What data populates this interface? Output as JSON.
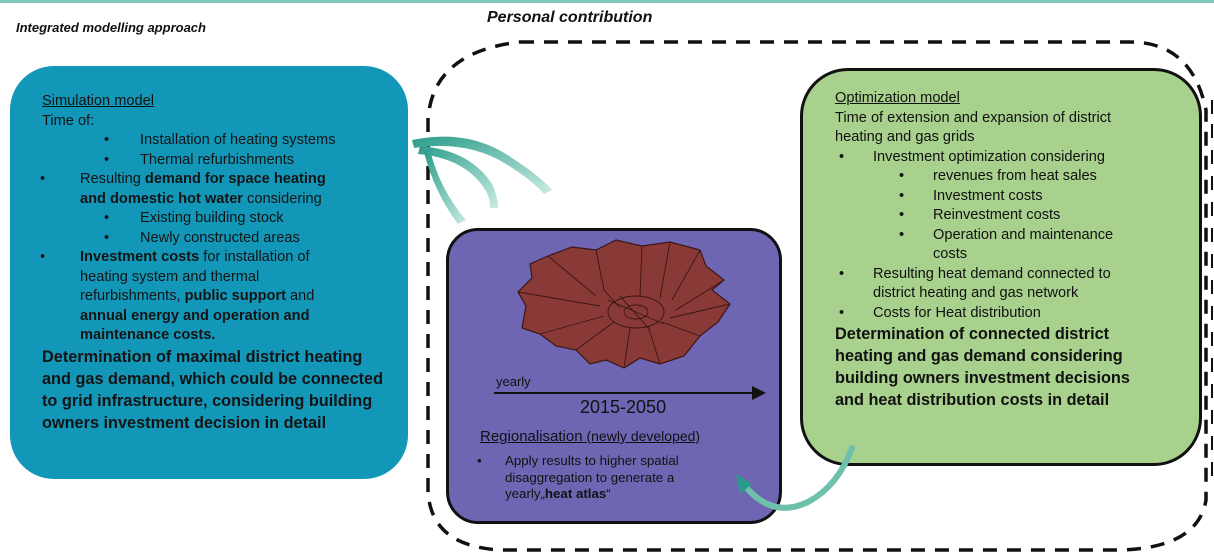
{
  "header": {
    "left_label": "Integrated modelling  approach",
    "center_label": "Personal contribution"
  },
  "simulation": {
    "title": "Simulation  model",
    "time_of": "Time of:",
    "sub1": "Installation of heating systems",
    "sub2": "Thermal refurbishments",
    "b1_pre": "Resulting ",
    "b1_bold": "demand for space heating",
    "b1_bold2": "and domestic hot water",
    "b1_post": " considering",
    "sub3": "Existing building stock",
    "sub4": "Newly constructed areas",
    "b2_bold": "Investment costs",
    "b2_post": " for installation of",
    "b2_l2": "heating system and thermal",
    "b2_l3_pre": "refurbishments,  ",
    "b2_l3_bold": "public support",
    "b2_l3_post": " and",
    "b2_l4": "annual energy and operation and",
    "b2_l5": "maintenance costs.",
    "concl1": "Determination of maximal district heating",
    "concl2": "and gas demand, which could be connected",
    "concl3": "to grid infrastructure, considering building",
    "concl4": "owners investment decision in detail"
  },
  "optimization": {
    "title": "Optimization  model",
    "l1": "Time of extension  and expansion of district",
    "l2": "heating and gas grids",
    "b1": "Investment optimization considering",
    "s1": "revenues from heat sales",
    "s2": "Investment costs",
    "s3": "Reinvestment costs",
    "s4": "Operation and maintenance",
    "s4b": "costs",
    "b2": "Resulting heat demand connected to",
    "b2b": "district heating and gas network",
    "b3": "Costs  for Heat distribution",
    "c1": "Determination  of  connected  district",
    "c2": "heating  and  gas  demand  considering",
    "c3": "building owners investment decisions",
    "c4": "and heat distribution costs in detail"
  },
  "regionalisation": {
    "yearly": "yearly",
    "period": "2015-2050",
    "title": "Regionalisation",
    "title_note": " (newly developed)",
    "l1": "Apply results to higher spatial",
    "l2": "disaggregation to generate  a",
    "l3_pre": "yearly„",
    "l3_bold": "heat atlas",
    "l3_post": "“"
  },
  "bullet": "•",
  "colors": {
    "simulation_fill": "#1397b8",
    "optimization_fill": "#a9d18e",
    "regionalisation_fill": "#6f66b3",
    "map_fill": "#8a3a36",
    "arrow_teal": "#7fc8b5"
  }
}
